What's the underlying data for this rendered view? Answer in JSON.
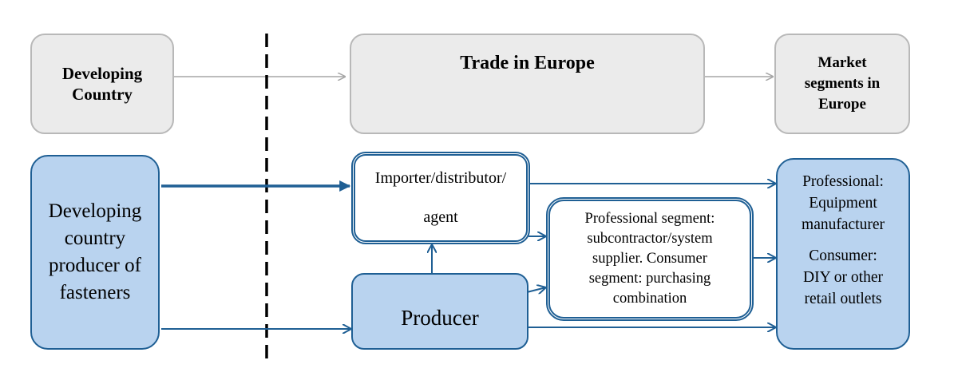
{
  "headers": {
    "developing_country": "Developing\nCountry",
    "trade_in_europe": "Trade in Europe",
    "market_segments": "Market\nsegments in\nEurope"
  },
  "nodes": {
    "dc_producer": "Developing\ncountry\nproducer of\nfasteners",
    "importer_line1": "Importer/distributor/",
    "importer_line2": "agent",
    "producer": "Producer",
    "intermediary": "Professional segment:\nsubcontractor/system\nsupplier. Consumer\nsegment: purchasing\ncombination",
    "market_professional": "Professional:\nEquipment\nmanufacturer",
    "market_consumer": "Consumer:\nDIY or other\nretail outlets"
  },
  "colors": {
    "arrow_blue": "#1f5f94",
    "arrow_gray": "#a6a6a6",
    "box_blue_fill": "#b9d3ef",
    "header_fill": "#ebebeb"
  }
}
